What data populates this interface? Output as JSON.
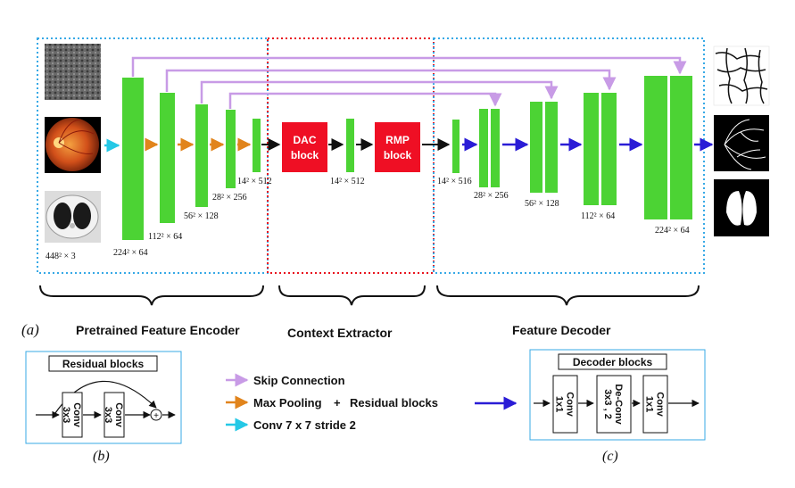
{
  "encoder": {
    "title": "Pretrained Feature Encoder",
    "input_size": "448² × 3",
    "dims": [
      "224² × 64",
      "112² × 64",
      "56² × 128",
      "28² × 256",
      "14² × 512"
    ]
  },
  "context": {
    "title": "Context Extractor",
    "dac_line1": "DAC",
    "dac_line2": "block",
    "rmp_line1": "RMP",
    "rmp_line2": "block",
    "mid_dim": "14² × 512"
  },
  "decoder": {
    "title": "Feature Decoder",
    "dims": [
      "14² × 516",
      "28² × 256",
      "56² × 128",
      "112² × 64",
      "224² × 64"
    ]
  },
  "legend": {
    "skip": "Skip Connection",
    "maxpool": "Max Pooling",
    "plus": "+",
    "residual": "Residual blocks",
    "conv": "Conv 7 x 7 stride 2"
  },
  "residual_box": {
    "title": "Residual blocks",
    "conv1_line1": "Conv",
    "conv1_line2": "3x3",
    "conv2_line1": "Conv",
    "conv2_line2": "3x3",
    "plus": "+"
  },
  "decoder_box": {
    "title": "Decoder blocks",
    "b1_line1": "Conv",
    "b1_line2": "1x1",
    "b2_line1": "De-Conv",
    "b2_line2": "3x3 , 2",
    "b3_line1": "Conv",
    "b3_line2": "1x1"
  },
  "panel_labels": {
    "a": "(a)",
    "b": "(b)",
    "c": "(c)"
  },
  "colors": {
    "green": "#4cd334",
    "red": "#ef0f24",
    "blue_arrow": "#2a1cd6",
    "orange_arrow": "#e1841c",
    "cyan_arrow": "#25c8e6",
    "purple_arrow": "#c89be6",
    "dotted_blue": "#37a9e6",
    "dotted_red": "#e8161f"
  }
}
